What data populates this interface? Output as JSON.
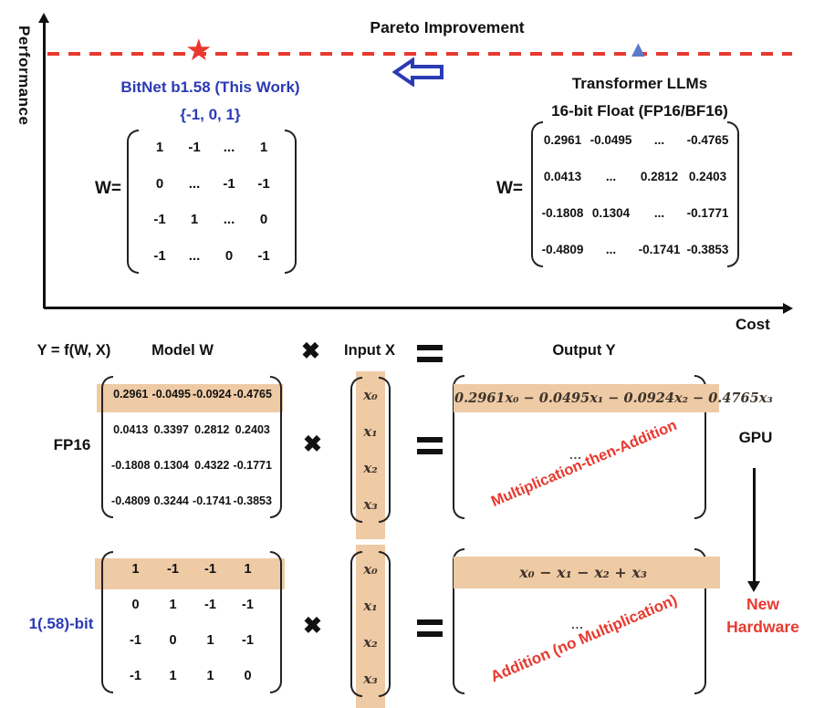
{
  "colors": {
    "red": "#e8392f",
    "blue": "#2b3ab5",
    "triangle_blue": "#5b79c9",
    "peach": "#eecaa5",
    "math_dark": "#3e342a"
  },
  "top_chart": {
    "y_axis_label": "Performance",
    "x_axis_label": "Cost",
    "pareto_label": "Pareto Improvement",
    "star_icon": "★",
    "triangle_icon": "▲",
    "bitnet": {
      "title": "BitNet b1.58 (This Work)",
      "value_set": "{-1, 0, 1}",
      "w_label": "W=",
      "matrix": [
        [
          "1",
          "-1",
          "...",
          "1"
        ],
        [
          "0",
          "...",
          "-1",
          "-1"
        ],
        [
          "-1",
          "1",
          "...",
          "0"
        ],
        [
          "-1",
          "...",
          "0",
          "-1"
        ]
      ]
    },
    "transformer": {
      "title": "Transformer LLMs",
      "subtitle": "16-bit Float (FP16/BF16)",
      "w_label": "W=",
      "matrix": [
        [
          "0.2961",
          "-0.0495",
          "...",
          "-0.4765"
        ],
        [
          "0.0413",
          "...",
          "0.2812",
          "0.2403"
        ],
        [
          "-0.1808",
          "0.1304",
          "...",
          "-0.1771"
        ],
        [
          "-0.4809",
          "...",
          "-0.1741",
          "-0.3853"
        ]
      ]
    }
  },
  "equation_header": {
    "formula": "Y = f(W, X)",
    "model_label": "Model W",
    "times_icon": "✖",
    "input_label": "Input X",
    "equals_icon": "=",
    "output_label": "Output Y"
  },
  "fp16_row": {
    "label": "FP16",
    "matrix": [
      [
        "0.2961",
        "-0.0495",
        "-0.0924",
        "-0.4765"
      ],
      [
        "0.0413",
        "0.3397",
        "0.2812",
        "0.2403"
      ],
      [
        "-0.1808",
        "0.1304",
        "0.4322",
        "-0.1771"
      ],
      [
        "-0.4809",
        "0.3244",
        "-0.1741",
        "-0.3853"
      ]
    ],
    "times_icon": "✖",
    "input_vector": [
      "x₀",
      "x₁",
      "x₂",
      "x₃"
    ],
    "output_equation": "0.2961x₀ − 0.0495x₁ − 0.0924x₂ − 0.4765x₃",
    "ellipsis": "...",
    "annotation": "Multiplication-then-Addition",
    "hardware_label": "GPU"
  },
  "bitnet_row": {
    "label": "1(.58)-bit",
    "matrix": [
      [
        "1",
        "-1",
        "-1",
        "1"
      ],
      [
        "0",
        "1",
        "-1",
        "-1"
      ],
      [
        "-1",
        "0",
        "1",
        "-1"
      ],
      [
        "-1",
        "1",
        "1",
        "0"
      ]
    ],
    "times_icon": "✖",
    "input_vector": [
      "x₀",
      "x₁",
      "x₂",
      "x₃"
    ],
    "output_equation": "x₀ − x₁ − x₂ + x₃",
    "ellipsis": "...",
    "annotation": "Addition (no Multiplication)",
    "hardware_label": "New\nHardware"
  }
}
